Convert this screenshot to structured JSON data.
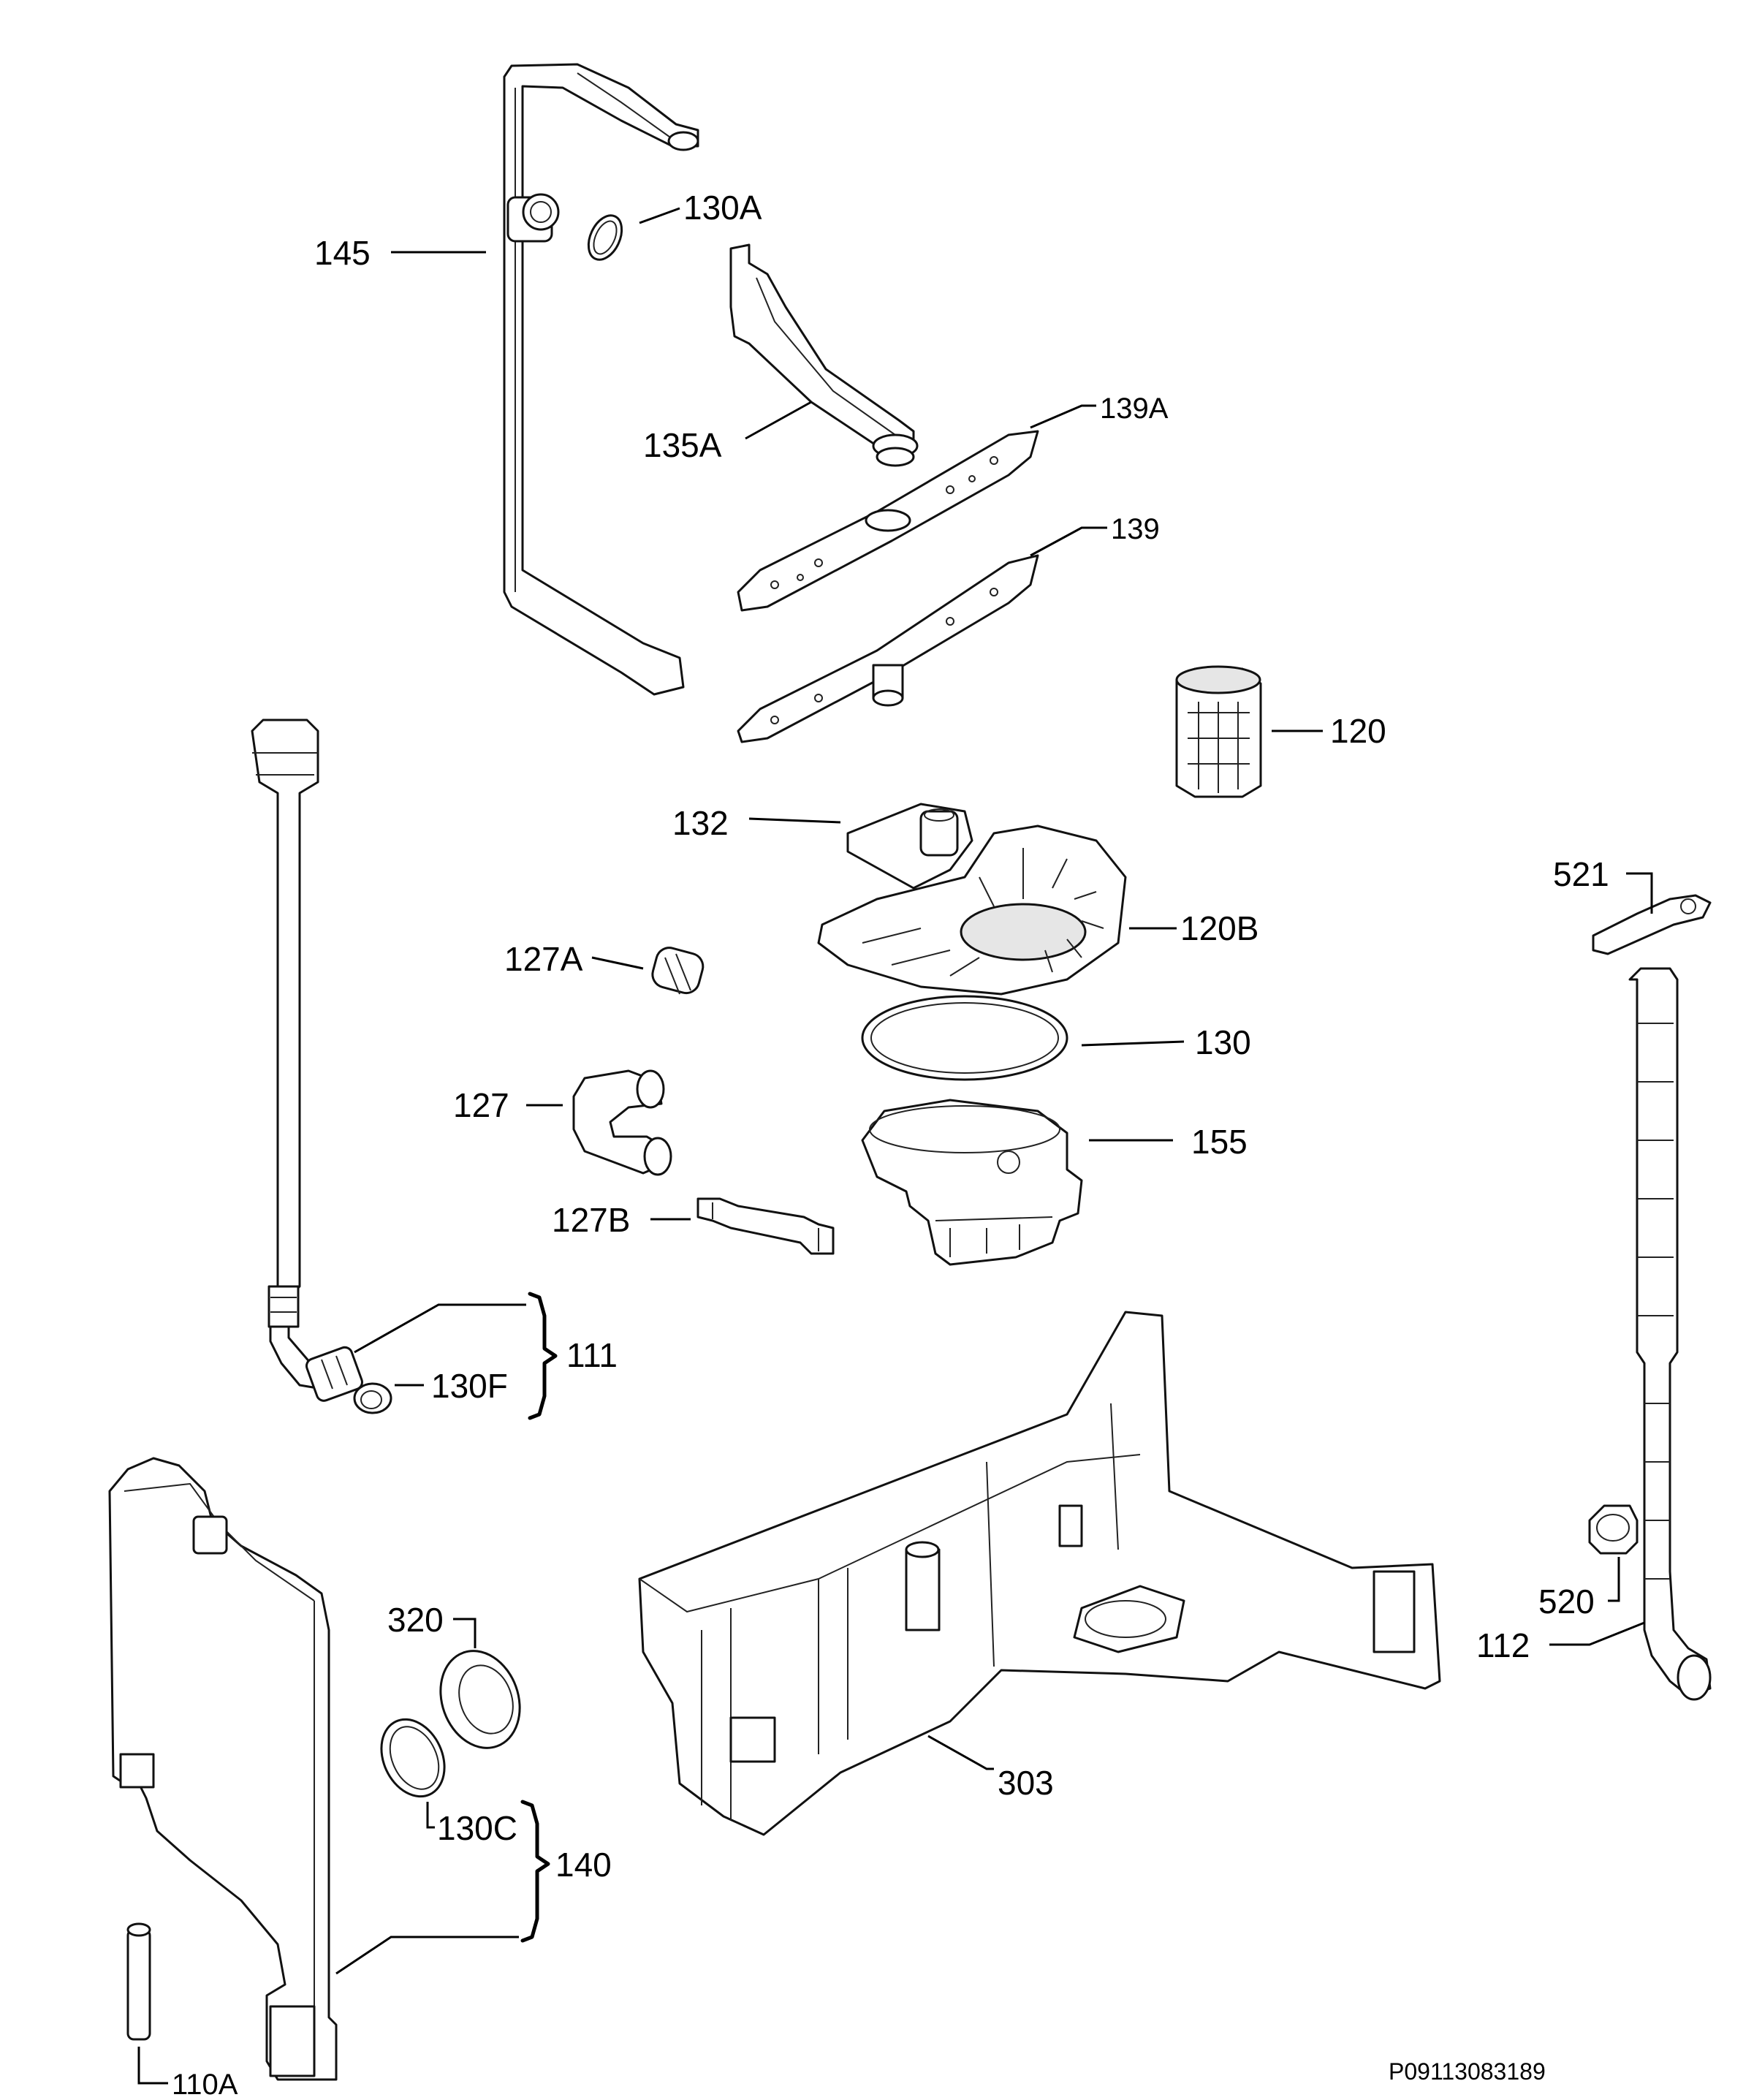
{
  "labels": {
    "p145": "145",
    "p130A": "130A",
    "p135A": "135A",
    "p139A": "139A",
    "p139": "139",
    "p120": "120",
    "p132": "132",
    "p120B": "120B",
    "p127A": "127A",
    "p130": "130",
    "p127": "127",
    "p155": "155",
    "p127B": "127B",
    "p111": "111",
    "p130F": "130F",
    "p521": "521",
    "p520": "520",
    "p112": "112",
    "p320": "320",
    "p303": "303",
    "p130C": "130C",
    "p140": "140",
    "p110A": "110A"
  },
  "reference_code": "P09113083189",
  "colors": {
    "line": "#111111",
    "background": "#ffffff",
    "shade": "#e6e6e6"
  }
}
